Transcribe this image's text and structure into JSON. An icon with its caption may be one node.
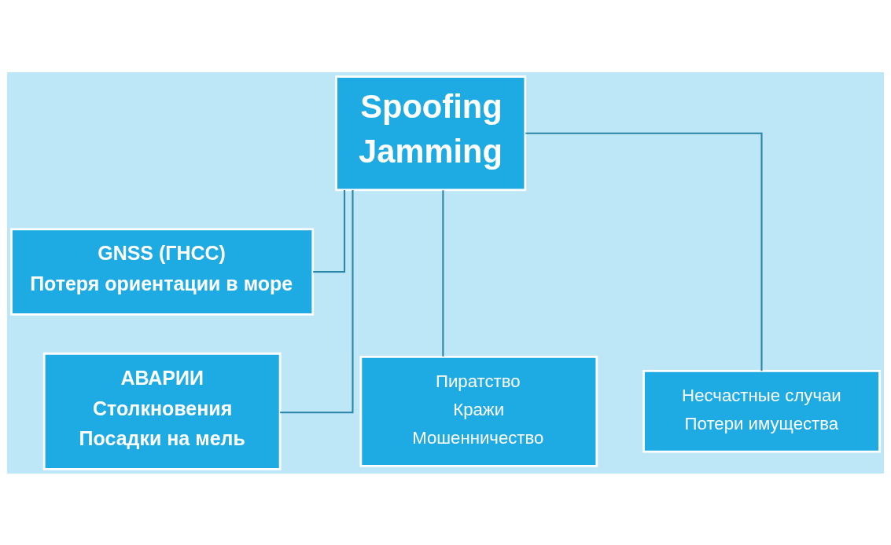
{
  "diagram": {
    "nodes": [
      {
        "text": [
          "Spoofing",
          "Jamming"
        ]
      },
      {
        "text": [
          "GNSS (ГНСС)",
          "Потеря ориентации в море"
        ]
      },
      {
        "text": [
          "Пиратство",
          "Кражи",
          "Мошенничество"
        ]
      },
      {
        "text": [
          "АВАРИИ",
          "Столкновения",
          "Посадки на мель"
        ]
      },
      {
        "text": [
          "Несчастные случаи",
          "Потери имущества"
        ]
      }
    ],
    "edges": [
      {
        "from": 0,
        "to": 1,
        "arrow": "none"
      },
      {
        "from": 0,
        "to": 2,
        "arrow": "none"
      },
      {
        "from": 0,
        "to": 3,
        "arrow": "none"
      },
      {
        "from": 0,
        "to": 4,
        "arrow": "none"
      }
    ]
  }
}
